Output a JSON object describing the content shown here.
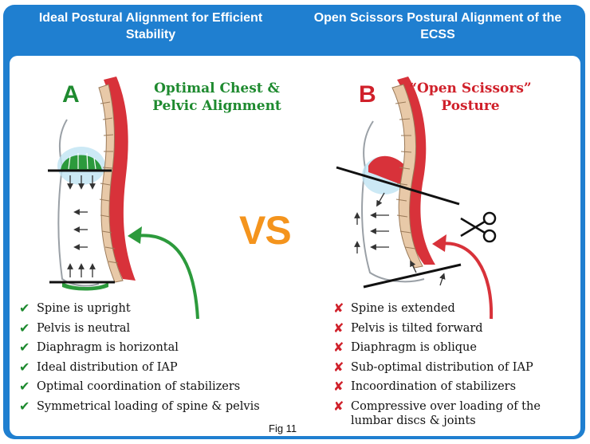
{
  "headers": {
    "left": "Ideal Postural Alignment for Efficient Stability",
    "right": "Open Scissors Postural Alignment of the ECSS"
  },
  "panel_a": {
    "letter": "A",
    "caption": "Optimal Chest & Pelvic Alignment",
    "points": [
      "Spine is upright",
      "Pelvis is neutral",
      "Diaphragm is horizontal",
      "Ideal distribution of IAP",
      "Optimal coordination of stabilizers",
      "Symmetrical loading of spine & pelvis"
    ]
  },
  "panel_b": {
    "letter": "B",
    "caption": "“Open Scissors” Posture",
    "points": [
      "Spine is extended",
      "Pelvis is tilted forward",
      "Diaphragm is oblique",
      "Sub-optimal distribution of IAP",
      "Incoordination of stabilizers",
      "Compressive over loading of the lumbar discs & joints"
    ]
  },
  "center": {
    "vs": "VS"
  },
  "figure_label": "Fig 11",
  "marks": {
    "good": "✔",
    "bad": "✘"
  },
  "icons": [
    "check-icon",
    "cross-icon",
    "scissors-icon",
    "curved-arrow-icon"
  ],
  "colors": {
    "frame": "#1f7fd0",
    "good": "#1e8a2f",
    "bad": "#d0202a",
    "vs": "#f4941d",
    "spine_muscle": "#d8323a",
    "vertebra": "#e8c9a8"
  }
}
